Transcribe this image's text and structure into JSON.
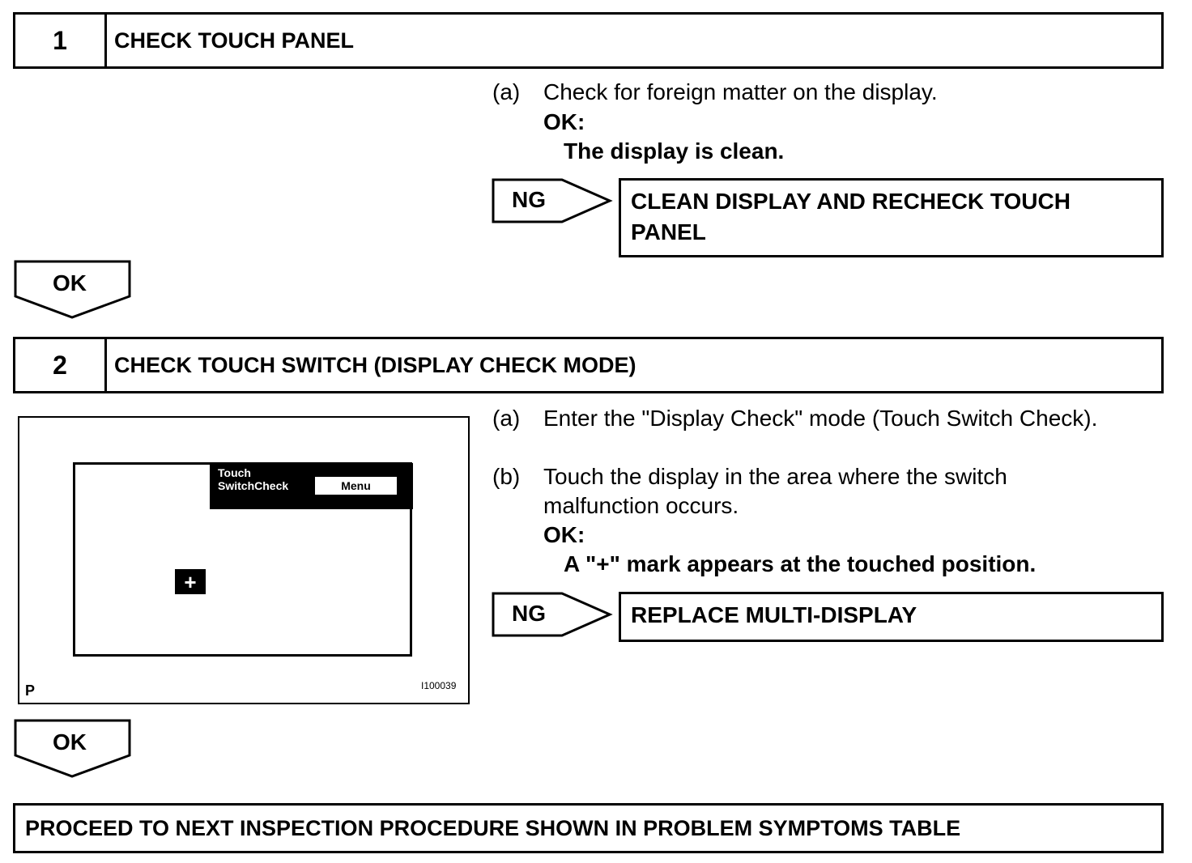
{
  "step1": {
    "number": "1",
    "title": "CHECK TOUCH PANEL",
    "instr_a_label": "(a)",
    "instr_a_text": "Check for foreign matter on the display.",
    "ok_label": "OK:",
    "ok_text": "The display is clean.",
    "ng_label": "NG",
    "ng_action_line1": "CLEAN DISPLAY AND RECHECK TOUCH",
    "ng_action_line2": "PANEL",
    "ok_arrow": "OK"
  },
  "step2": {
    "number": "2",
    "title": "CHECK TOUCH SWITCH (DISPLAY CHECK MODE)",
    "instr_a_label": "(a)",
    "instr_a_text": "Enter the \"Display Check\" mode (Touch Switch Check).",
    "instr_b_label": "(b)",
    "instr_b_line1": "Touch the display in the area where the switch",
    "instr_b_line2": "malfunction occurs.",
    "ok_label": "OK:",
    "ok_text": "A \"+\" mark appears at the touched position.",
    "ng_label": "NG",
    "ng_action": "REPLACE MULTI-DISPLAY",
    "ok_arrow": "OK"
  },
  "figure": {
    "header_line1": "Touch",
    "header_line2": "SwitchCheck",
    "menu_button": "Menu",
    "plus_mark": "+",
    "corner_letter": "P",
    "figure_id": "I100039"
  },
  "final": {
    "text": "PROCEED TO NEXT INSPECTION PROCEDURE SHOWN IN PROBLEM SYMPTOMS TABLE"
  }
}
